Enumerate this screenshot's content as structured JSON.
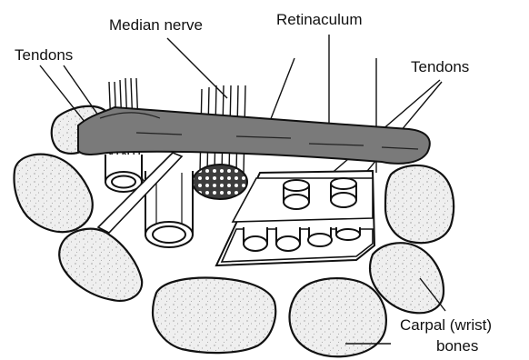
{
  "labels": {
    "median_nerve": "Median nerve",
    "retinaculum": "Retinaculum",
    "tendons_left": "Tendons",
    "tendons_right": "Tendons",
    "carpal_line1": "Carpal (wrist)",
    "carpal_line2": "bones"
  },
  "colors": {
    "ink": "#111111",
    "retinaculum_fill": "#7a7a7a",
    "bone_fill": "#eeeeee",
    "nerve_fill": "#555555"
  }
}
